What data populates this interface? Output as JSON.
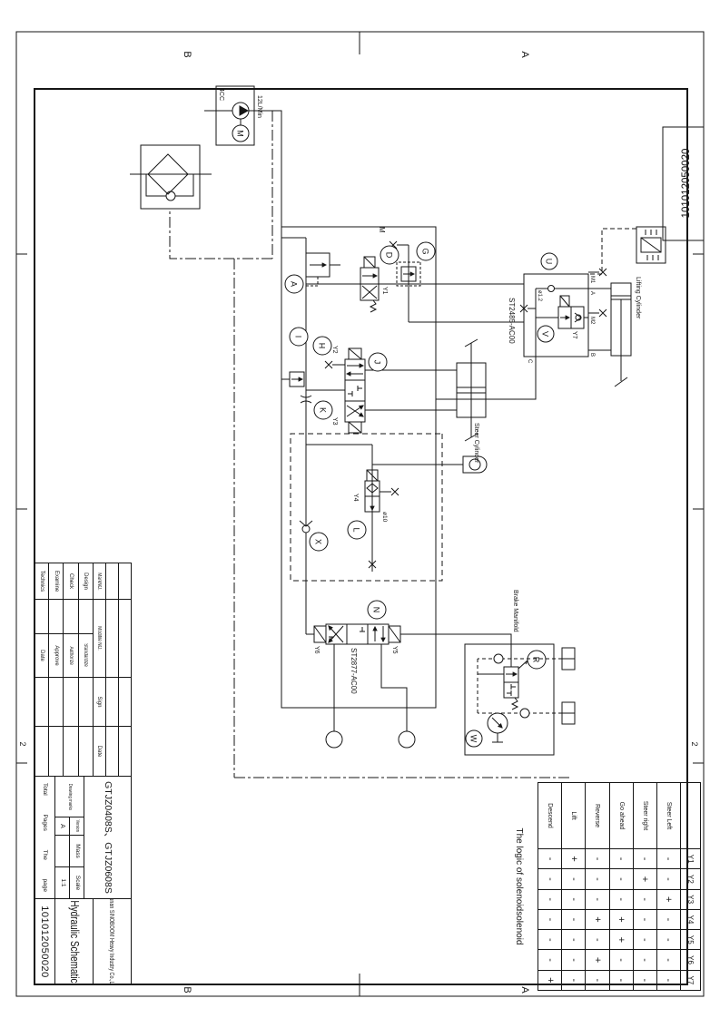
{
  "frame": {
    "zone_a": "A",
    "zone_b": "B",
    "col_2": "2",
    "corner_number": "101012050020"
  },
  "circuit": {
    "pump_unit": {
      "displacement": "4CC",
      "flow": "12L/Min",
      "motor": "M"
    },
    "blocks": {
      "st2877": "ST2877-AC00",
      "st2485": "ST2485-AC00",
      "brake_manifold": "Brake Manifold"
    },
    "cylinders": {
      "steer": "Steer Cylinder",
      "lift": "Lifting Cylinder"
    },
    "solenoids": {
      "y1": "Y1",
      "y2": "Y2",
      "y3": "Y3",
      "y4": "Y4",
      "y5": "Y5",
      "y6": "Y6",
      "y7": "Y7"
    },
    "ports": {
      "m": "M",
      "m1": "M1",
      "m2": "M2",
      "a": "A",
      "b": "B",
      "c": "C"
    },
    "orifices": {
      "lift": "ø1.2",
      "brake": "ø10"
    },
    "test_points": {
      "a": "A",
      "d": "D",
      "g": "G",
      "h": "H",
      "i": "I",
      "j": "J",
      "k": "K",
      "l": "L",
      "n": "N",
      "r": "R",
      "u": "U",
      "v": "V",
      "w": "W",
      "x": "X"
    }
  },
  "logic_table": {
    "title": "The logic of solenoidsolenoid",
    "col_headers": [
      "Y1",
      "Y2",
      "Y3",
      "Y4",
      "Y5",
      "Y6",
      "Y7"
    ],
    "rows": [
      {
        "label": "Steer Left",
        "values": [
          "-",
          "-",
          "+",
          "-",
          "-",
          "-",
          "-"
        ]
      },
      {
        "label": "Steer right",
        "values": [
          "-",
          "+",
          "-",
          "-",
          "-",
          "-",
          "-"
        ]
      },
      {
        "label": "Go ahead",
        "values": [
          "-",
          "-",
          "-",
          "+",
          "+",
          "-",
          "-"
        ]
      },
      {
        "label": "Reverse",
        "values": [
          "-",
          "-",
          "-",
          "+",
          "-",
          "+",
          "-"
        ]
      },
      {
        "label": "Lift",
        "values": [
          "+",
          "-",
          "-",
          "-",
          "-",
          "-",
          "-"
        ]
      },
      {
        "label": "Descend",
        "values": [
          "-",
          "-",
          "-",
          "-",
          "-",
          "-",
          "+"
        ]
      }
    ]
  },
  "title_block": {
    "rev_headers": [
      "MarkNO.",
      "Modifile NO.",
      "Sign",
      "Date"
    ],
    "sign_rows": [
      [
        "Design",
        "Standardize"
      ],
      [
        "Check",
        "Authorize"
      ],
      [
        "Examine",
        "Approve"
      ],
      [
        "Technics",
        "Date"
      ]
    ],
    "drawing_marks": "Drawing marks",
    "version_label": "Version",
    "version_value": "A",
    "mass_label": "Mass",
    "scale_label": "Scale",
    "scale_value": "1:1",
    "total_label": "Total",
    "pages_label": "Pages",
    "the_label": "The",
    "page_label": "page",
    "model": "GTJZ0408S、GTJZ0608S",
    "company": "Hunan SINOBOOM Heavy Industry Co.,Ltd.",
    "title": "Hydraulic Schematic",
    "number": "101012050020"
  }
}
